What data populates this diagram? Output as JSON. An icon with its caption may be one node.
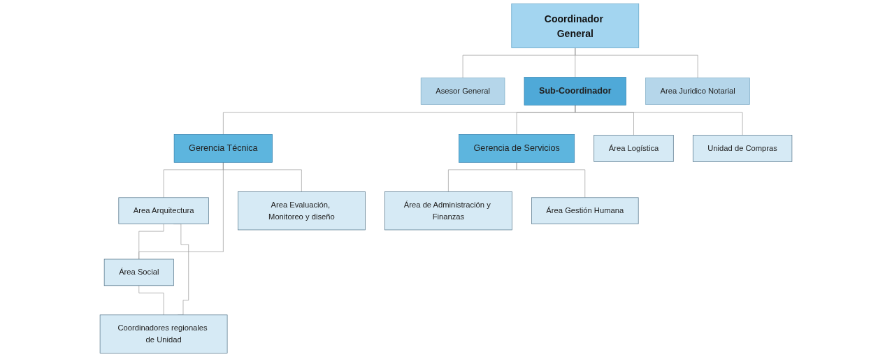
{
  "diagram": {
    "nodes": [
      {
        "text": [
          "Coordinador General"
        ]
      },
      {
        "text": [
          "Asesor General"
        ]
      },
      {
        "text": [
          "Area Juridico Notarial"
        ]
      },
      {
        "text": [
          "Sub-Coordinador"
        ]
      },
      {
        "text": [
          "Gerencia Técnica"
        ]
      },
      {
        "text": [
          "Gerencia de Servicios"
        ]
      },
      {
        "text": [
          "Área Logística"
        ]
      },
      {
        "text": [
          "Unidad de Compras"
        ]
      },
      {
        "text": [
          "Area Arquitectura"
        ]
      },
      {
        "text": [
          "Área Social"
        ]
      },
      {
        "text": [
          "Area Evaluación, Monitoreo y diseño"
        ]
      },
      {
        "text": [
          "Área de Administración y Finanzas"
        ]
      },
      {
        "text": [
          "Área Gestión Humana"
        ]
      },
      {
        "text": [
          "Coordinadores regionales de Unidad"
        ]
      }
    ],
    "edges": [
      {
        "from": 0,
        "to": 1,
        "arrow": "none"
      },
      {
        "from": 0,
        "to": 3,
        "arrow": "none"
      },
      {
        "from": 0,
        "to": 2,
        "arrow": "none"
      },
      {
        "from": 3,
        "to": 4,
        "arrow": "none"
      },
      {
        "from": 3,
        "to": 5,
        "arrow": "none"
      },
      {
        "from": 3,
        "to": 6,
        "arrow": "none"
      },
      {
        "from": 3,
        "to": 7,
        "arrow": "none"
      },
      {
        "from": 4,
        "to": 8,
        "arrow": "none"
      },
      {
        "from": 4,
        "to": 9,
        "arrow": "none"
      },
      {
        "from": 4,
        "to": 10,
        "arrow": "none"
      },
      {
        "from": 8,
        "to": 9,
        "arrow": "none"
      },
      {
        "from": 5,
        "to": 11,
        "arrow": "none"
      },
      {
        "from": 5,
        "to": 12,
        "arrow": "none"
      },
      {
        "from": 8,
        "to": 13,
        "arrow": "none"
      },
      {
        "from": 9,
        "to": 13,
        "arrow": "none"
      }
    ]
  }
}
